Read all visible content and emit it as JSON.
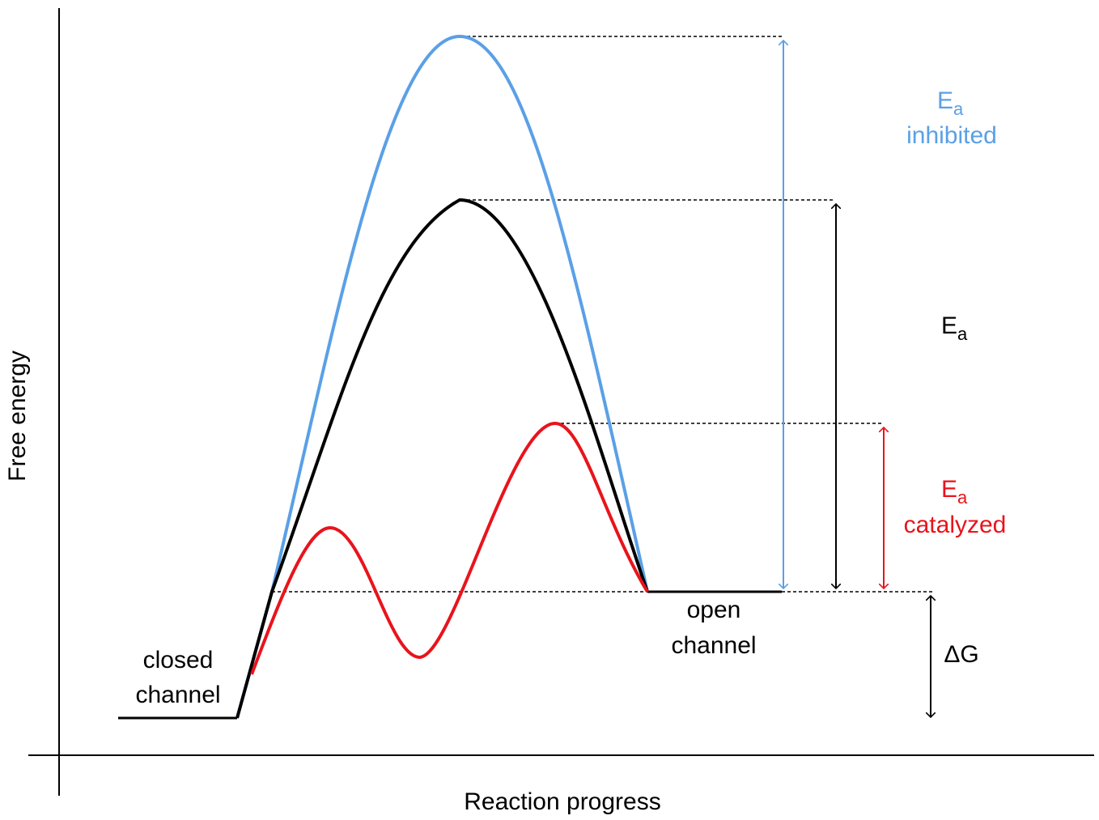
{
  "axes": {
    "y_label": "Free energy",
    "x_label": "Reaction progress"
  },
  "states": {
    "closed_line1": "closed",
    "closed_line2": "channel",
    "open_line1": "open",
    "open_line2": "channel"
  },
  "labels": {
    "ea_inhibited_main": "E",
    "ea_inhibited_sub": "a",
    "ea_inhibited_word": "inhibited",
    "ea_main": "E",
    "ea_sub": "a",
    "ea_catalyzed_main": "E",
    "ea_catalyzed_sub": "a",
    "ea_catalyzed_word": "catalyzed",
    "delta_g": "ΔG"
  },
  "colors": {
    "inhibited": "#5aa0e6",
    "uncatalyzed": "#000000",
    "catalyzed": "#e8141c"
  }
}
